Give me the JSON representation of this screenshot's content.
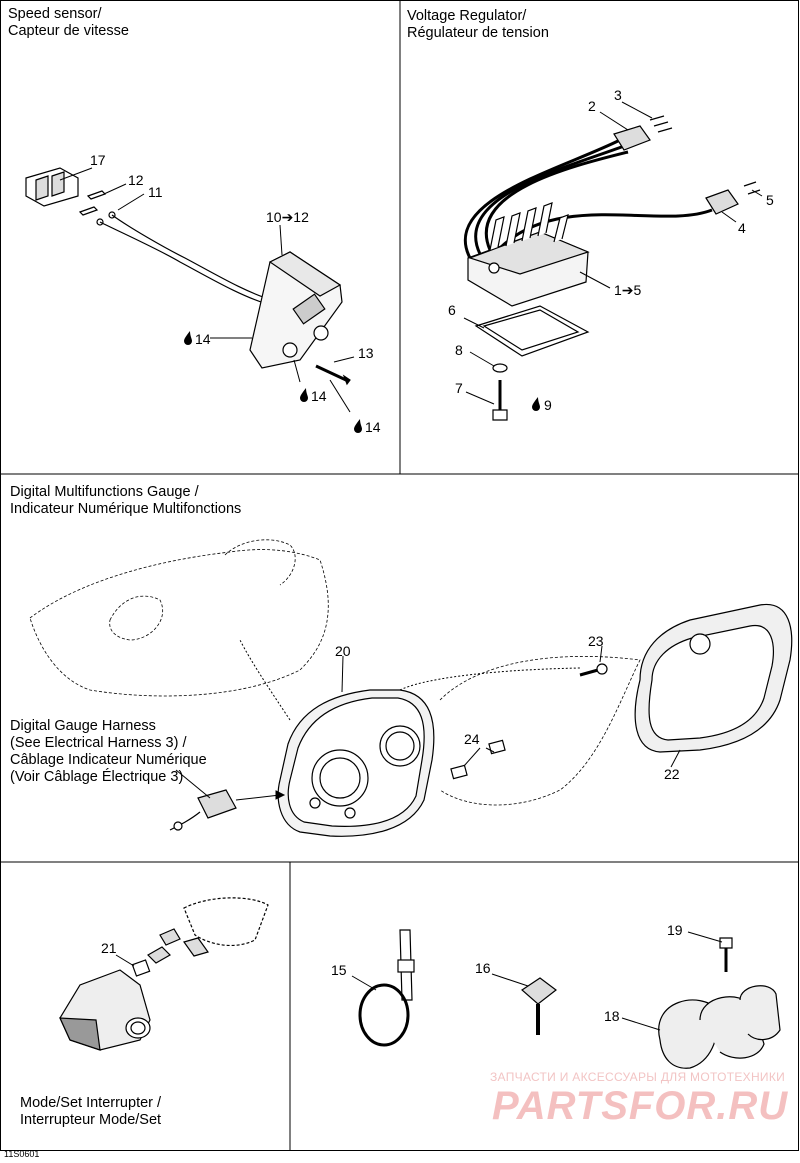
{
  "sections": {
    "speed_sensor": [
      "Speed sensor/",
      "Capteur de vitesse"
    ],
    "voltage_regulator": [
      "Voltage Regulator/",
      "Régulateur de tension"
    ],
    "gauge": [
      "Digital Multifunctions Gauge /",
      "Indicateur Numérique Multifonctions"
    ],
    "harness": [
      "Digital Gauge Harness",
      "(See Electrical Harness 3) /",
      "Câblage Indicateur Numérique",
      "(Voir Câblage Électrique 3)"
    ],
    "mode_set": [
      "Mode/Set Interrupter /",
      "Interrupteur Mode/Set"
    ]
  },
  "callouts": {
    "c17": "17",
    "c12": "12",
    "c11": "11",
    "c10_12": "10➔12",
    "c14a": "14",
    "c13": "13",
    "c14b": "14",
    "c14c": "14",
    "c2": "2",
    "c3": "3",
    "c5": "5",
    "c4": "4",
    "c1_5": "1➔5",
    "c6": "6",
    "c8": "8",
    "c7": "7",
    "c9": "9",
    "c20": "20",
    "c23": "23",
    "c24": "24",
    "c22": "22",
    "c21": "21",
    "c15": "15",
    "c16": "16",
    "c19": "19",
    "c18": "18"
  },
  "drop_icon": "loctite-drop-icon",
  "footer_code": "11S0601",
  "watermark": {
    "top": "ЗАПЧАСТИ И АКСЕССУАРЫ ДЛЯ МОТОТЕХНИКИ",
    "brand": "PARTSFOR.RU"
  }
}
